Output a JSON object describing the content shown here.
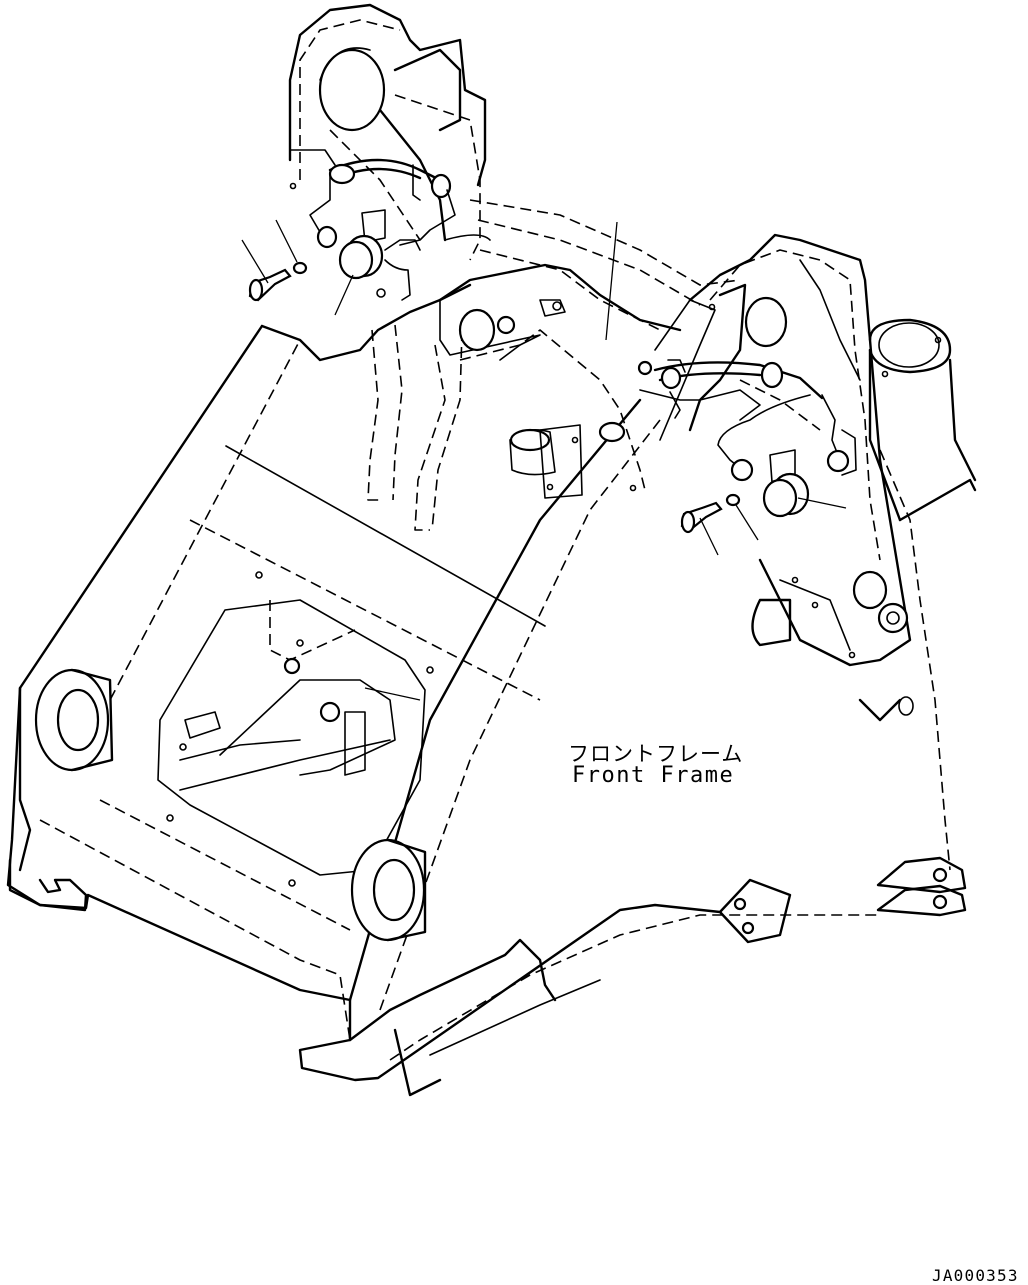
{
  "labels": {
    "frame_jp": "フロントフレーム",
    "frame_en": "Front Frame",
    "drawing_code": "JA000353"
  },
  "colors": {
    "line": "#000000",
    "background": "#ffffff"
  }
}
